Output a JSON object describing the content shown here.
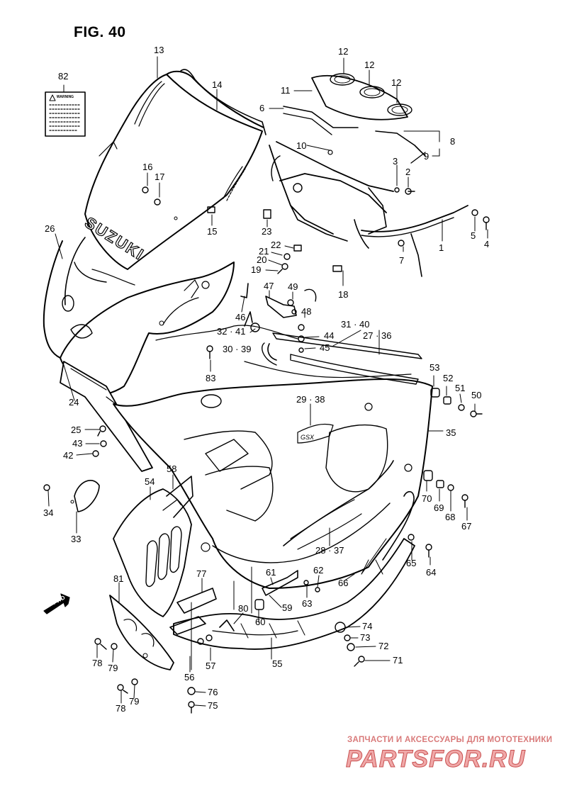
{
  "figure": {
    "title": "FIG. 40"
  },
  "warning_label_title": "WARNING",
  "windscreen_brand": "SUZUKI",
  "fwd_arrow_label": "FWD",
  "part_numbers": [
    "13",
    "14",
    "12",
    "12",
    "12",
    "11",
    "6",
    "10",
    "8",
    "9",
    "3",
    "2",
    "82",
    "16",
    "17",
    "15",
    "23",
    "5",
    "4",
    "26",
    "22",
    "21",
    "20",
    "19",
    "1",
    "7",
    "18",
    "47",
    "49",
    "48",
    "46",
    "32 · 41",
    "44",
    "30 · 39",
    "45",
    "31 · 40",
    "27 · 36",
    "83",
    "53",
    "52",
    "51",
    "50",
    "24",
    "29 · 38",
    "35",
    "25",
    "43",
    "42",
    "58",
    "54",
    "70",
    "69",
    "68",
    "67",
    "34",
    "33",
    "28 · 37",
    "65",
    "64",
    "77",
    "61",
    "62",
    "66",
    "81",
    "63",
    "59",
    "80",
    "60",
    "74",
    "73",
    "72",
    "71",
    "78",
    "79",
    "57",
    "56",
    "55",
    "76",
    "75",
    "78",
    "79"
  ],
  "watermark": {
    "subtitle": "ЗАПЧАСТИ И АКСЕССУАРЫ ДЛЯ МОТОТЕХНИКИ",
    "logo": "PARTSFOR.RU"
  },
  "colors": {
    "line": "#000000",
    "background": "#ffffff",
    "watermark_text": "#d97a7a",
    "watermark_logo": "#f0a8a8"
  }
}
